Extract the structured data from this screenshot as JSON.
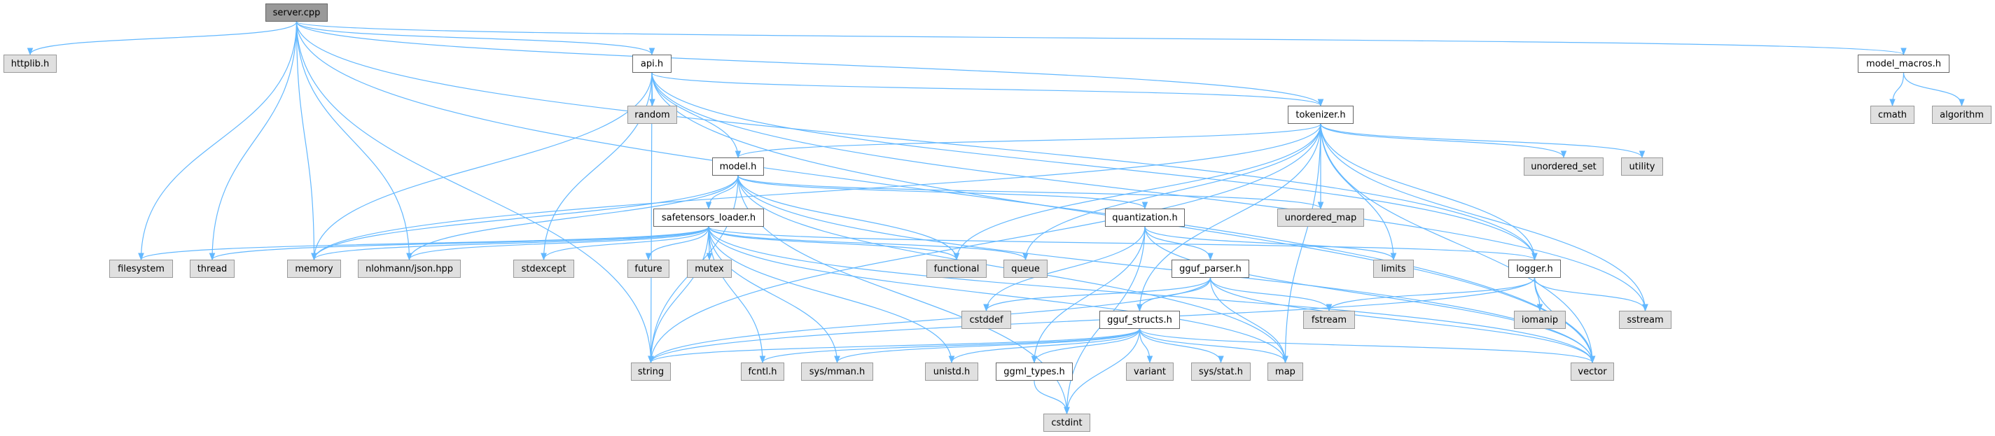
{
  "colors": {
    "edge": "#63b8ff",
    "system_fill": "#e0e0e0",
    "header_fill": "#ffffff",
    "root_fill": "#999999"
  },
  "nodes": [
    {
      "id": "server",
      "label": "server.cpp",
      "kind": "root"
    },
    {
      "id": "httplib",
      "label": "httplib.h",
      "kind": "sys"
    },
    {
      "id": "api",
      "label": "api.h",
      "kind": "hdr"
    },
    {
      "id": "model_macros",
      "label": "model_macros.h",
      "kind": "hdr"
    },
    {
      "id": "random",
      "label": "random",
      "kind": "sys"
    },
    {
      "id": "tokenizer",
      "label": "tokenizer.h",
      "kind": "hdr"
    },
    {
      "id": "cmath",
      "label": "cmath",
      "kind": "sys"
    },
    {
      "id": "algorithm",
      "label": "algorithm",
      "kind": "sys"
    },
    {
      "id": "model",
      "label": "model.h",
      "kind": "hdr"
    },
    {
      "id": "unordered_set",
      "label": "unordered_set",
      "kind": "sys"
    },
    {
      "id": "utility",
      "label": "utility",
      "kind": "sys"
    },
    {
      "id": "safetensors",
      "label": "safetensors_loader.h",
      "kind": "hdr"
    },
    {
      "id": "quantization",
      "label": "quantization.h",
      "kind": "hdr"
    },
    {
      "id": "unordered_map",
      "label": "unordered_map",
      "kind": "sys"
    },
    {
      "id": "filesystem",
      "label": "filesystem",
      "kind": "sys"
    },
    {
      "id": "thread",
      "label": "thread",
      "kind": "sys"
    },
    {
      "id": "memory",
      "label": "memory",
      "kind": "sys"
    },
    {
      "id": "json",
      "label": "nlohmann/json.hpp",
      "kind": "sys"
    },
    {
      "id": "stdexcept",
      "label": "stdexcept",
      "kind": "sys"
    },
    {
      "id": "future",
      "label": "future",
      "kind": "sys"
    },
    {
      "id": "mutex",
      "label": "mutex",
      "kind": "sys"
    },
    {
      "id": "functional",
      "label": "functional",
      "kind": "sys"
    },
    {
      "id": "queue",
      "label": "queue",
      "kind": "sys"
    },
    {
      "id": "gguf_parser",
      "label": "gguf_parser.h",
      "kind": "hdr"
    },
    {
      "id": "limits",
      "label": "limits",
      "kind": "sys"
    },
    {
      "id": "logger",
      "label": "logger.h",
      "kind": "hdr"
    },
    {
      "id": "cstddef",
      "label": "cstddef",
      "kind": "sys"
    },
    {
      "id": "gguf_structs",
      "label": "gguf_structs.h",
      "kind": "hdr"
    },
    {
      "id": "fstream",
      "label": "fstream",
      "kind": "sys"
    },
    {
      "id": "iomanip",
      "label": "iomanip",
      "kind": "sys"
    },
    {
      "id": "sstream",
      "label": "sstream",
      "kind": "sys"
    },
    {
      "id": "string",
      "label": "string",
      "kind": "sys"
    },
    {
      "id": "fcntl",
      "label": "fcntl.h",
      "kind": "sys"
    },
    {
      "id": "sys_mman",
      "label": "sys/mman.h",
      "kind": "sys"
    },
    {
      "id": "unistd",
      "label": "unistd.h",
      "kind": "sys"
    },
    {
      "id": "ggml_types",
      "label": "ggml_types.h",
      "kind": "hdr"
    },
    {
      "id": "variant",
      "label": "variant",
      "kind": "sys"
    },
    {
      "id": "sys_stat",
      "label": "sys/stat.h",
      "kind": "sys"
    },
    {
      "id": "map",
      "label": "map",
      "kind": "sys"
    },
    {
      "id": "vector",
      "label": "vector",
      "kind": "sys"
    },
    {
      "id": "cstdint",
      "label": "cstdint",
      "kind": "sys"
    }
  ],
  "edges": [
    [
      "server",
      "httplib"
    ],
    [
      "server",
      "api"
    ],
    [
      "server",
      "filesystem"
    ],
    [
      "server",
      "thread"
    ],
    [
      "server",
      "memory"
    ],
    [
      "server",
      "json"
    ],
    [
      "server",
      "string"
    ],
    [
      "server",
      "tokenizer"
    ],
    [
      "server",
      "model_macros"
    ],
    [
      "server",
      "logger"
    ],
    [
      "server",
      "vector"
    ],
    [
      "api",
      "random"
    ],
    [
      "api",
      "model"
    ],
    [
      "api",
      "tokenizer"
    ],
    [
      "api",
      "memory"
    ],
    [
      "api",
      "string"
    ],
    [
      "api",
      "stdexcept"
    ],
    [
      "api",
      "vector"
    ],
    [
      "api",
      "sstream"
    ],
    [
      "api",
      "logger"
    ],
    [
      "model_macros",
      "cmath"
    ],
    [
      "model_macros",
      "algorithm"
    ],
    [
      "tokenizer",
      "model"
    ],
    [
      "tokenizer",
      "memory"
    ],
    [
      "tokenizer",
      "string"
    ],
    [
      "tokenizer",
      "functional"
    ],
    [
      "tokenizer",
      "queue"
    ],
    [
      "tokenizer",
      "unordered_map"
    ],
    [
      "tokenizer",
      "unordered_set"
    ],
    [
      "tokenizer",
      "utility"
    ],
    [
      "tokenizer",
      "limits"
    ],
    [
      "tokenizer",
      "logger"
    ],
    [
      "tokenizer",
      "map"
    ],
    [
      "tokenizer",
      "vector"
    ],
    [
      "tokenizer",
      "sstream"
    ],
    [
      "tokenizer",
      "gguf_structs"
    ],
    [
      "model",
      "safetensors"
    ],
    [
      "model",
      "quantization"
    ],
    [
      "model",
      "memory"
    ],
    [
      "model",
      "json"
    ],
    [
      "model",
      "string"
    ],
    [
      "model",
      "functional"
    ],
    [
      "model",
      "unordered_map"
    ],
    [
      "model",
      "vector"
    ],
    [
      "model",
      "cstdint"
    ],
    [
      "model",
      "map"
    ],
    [
      "safetensors",
      "filesystem"
    ],
    [
      "safetensors",
      "thread"
    ],
    [
      "safetensors",
      "memory"
    ],
    [
      "safetensors",
      "json"
    ],
    [
      "safetensors",
      "stdexcept"
    ],
    [
      "safetensors",
      "future"
    ],
    [
      "safetensors",
      "mutex"
    ],
    [
      "safetensors",
      "functional"
    ],
    [
      "safetensors",
      "queue"
    ],
    [
      "safetensors",
      "string"
    ],
    [
      "safetensors",
      "fcntl"
    ],
    [
      "safetensors",
      "sys_mman"
    ],
    [
      "safetensors",
      "unistd"
    ],
    [
      "safetensors",
      "map"
    ],
    [
      "safetensors",
      "logger"
    ],
    [
      "safetensors",
      "vector"
    ],
    [
      "quantization",
      "gguf_parser"
    ],
    [
      "quantization",
      "cstddef"
    ],
    [
      "quantization",
      "cstdint"
    ],
    [
      "quantization",
      "ggml_types"
    ],
    [
      "quantization",
      "limits"
    ],
    [
      "quantization",
      "vector"
    ],
    [
      "gguf_parser",
      "gguf_structs"
    ],
    [
      "gguf_parser",
      "cstddef"
    ],
    [
      "gguf_parser",
      "string"
    ],
    [
      "gguf_parser",
      "fstream"
    ],
    [
      "gguf_parser",
      "map"
    ],
    [
      "gguf_parser",
      "vector"
    ],
    [
      "gguf_structs",
      "string"
    ],
    [
      "gguf_structs",
      "fcntl"
    ],
    [
      "gguf_structs",
      "sys_mman"
    ],
    [
      "gguf_structs",
      "unistd"
    ],
    [
      "gguf_structs",
      "ggml_types"
    ],
    [
      "gguf_structs",
      "variant"
    ],
    [
      "gguf_structs",
      "sys_stat"
    ],
    [
      "gguf_structs",
      "map"
    ],
    [
      "gguf_structs",
      "vector"
    ],
    [
      "gguf_structs",
      "cstdint"
    ],
    [
      "ggml_types",
      "cstdint"
    ],
    [
      "logger",
      "string"
    ],
    [
      "logger",
      "fstream"
    ],
    [
      "logger",
      "iomanip"
    ],
    [
      "logger",
      "sstream"
    ],
    [
      "logger",
      "vector"
    ]
  ]
}
